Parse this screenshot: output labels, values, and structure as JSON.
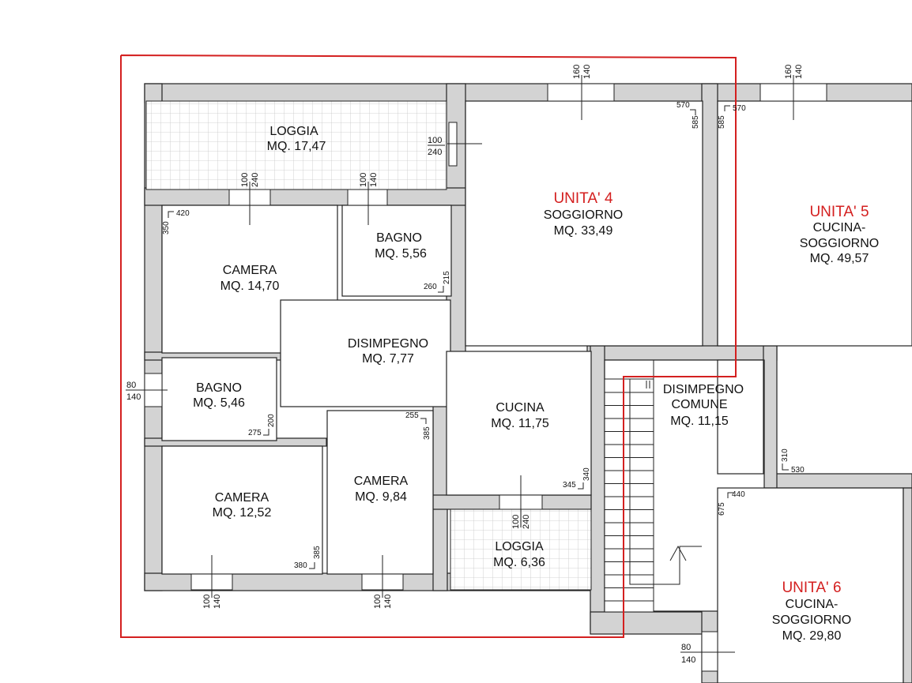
{
  "units": [
    {
      "id": "u4",
      "label": "UNITA' 4",
      "room": "SOGGIORNO",
      "area": "MQ. 33,49"
    },
    {
      "id": "u5",
      "label": "UNITA' 5",
      "room1": "CUCINA-",
      "room2": "SOGGIORNO",
      "area": "MQ. 49,57"
    },
    {
      "id": "u6",
      "label": "UNITA' 6",
      "room1": "CUCINA-",
      "room2": "SOGGIORNO",
      "area": "MQ. 29,80"
    }
  ],
  "rooms": {
    "loggia_top": {
      "name": "LOGGIA",
      "area": "MQ. 17,47"
    },
    "camera_1": {
      "name": "CAMERA",
      "area": "MQ. 14,70"
    },
    "bagno_1": {
      "name": "BAGNO",
      "area": "MQ. 5,56"
    },
    "disimpegno": {
      "name": "DISIMPEGNO",
      "area": "MQ. 7,77"
    },
    "bagno_2": {
      "name": "BAGNO",
      "area": "MQ. 5,46"
    },
    "cucina": {
      "name": "CUCINA",
      "area": "MQ. 11,75"
    },
    "camera_2": {
      "name": "CAMERA",
      "area": "MQ. 12,52"
    },
    "camera_3": {
      "name": "CAMERA",
      "area": "MQ. 9,84"
    },
    "loggia_bottom": {
      "name": "LOGGIA",
      "area": "MQ. 6,36"
    },
    "disimpegno_comune": {
      "name1": "DISIMPEGNO",
      "name2": "COMUNE",
      "area": "MQ. 11,15"
    }
  },
  "openings": {
    "w_top1": {
      "a": "160",
      "b": "140"
    },
    "w_top2": {
      "a": "160",
      "b": "140"
    },
    "w_loggia_door": {
      "a": "100",
      "b": "240"
    },
    "w_camera1": {
      "a": "100",
      "b": "240"
    },
    "w_bagno1": {
      "a": "100",
      "b": "140"
    },
    "w_left": {
      "a": "80",
      "b": "140"
    },
    "w_cucina": {
      "a": "100",
      "b": "240"
    },
    "w_bottom1": {
      "a": "100",
      "b": "140"
    },
    "w_bottom2": {
      "a": "100",
      "b": "140"
    },
    "w_bottom_right": {
      "a": "80",
      "b": "140"
    }
  },
  "dimensions": {
    "soggiorno_w": "570",
    "soggiorno_h": "585",
    "u5_w": "570",
    "u5_h": "585",
    "camera1_w": "420",
    "camera1_h": "350",
    "bagno1_w": "260",
    "bagno1_h": "215",
    "bagno2_w": "275",
    "bagno2_h": "200",
    "camera3_w": "255",
    "camera3_h": "385",
    "cucina_w": "345",
    "cucina_h": "340",
    "camera2_w": "380",
    "camera2_h": "385",
    "comune_h": "310",
    "comune_w": "530",
    "u6_h": "675",
    "u6_w": "440",
    "u6_side": "585"
  },
  "colors": {
    "wall": "#d3d3d3",
    "boundary": "#d42020",
    "unit_text": "#d42020"
  }
}
